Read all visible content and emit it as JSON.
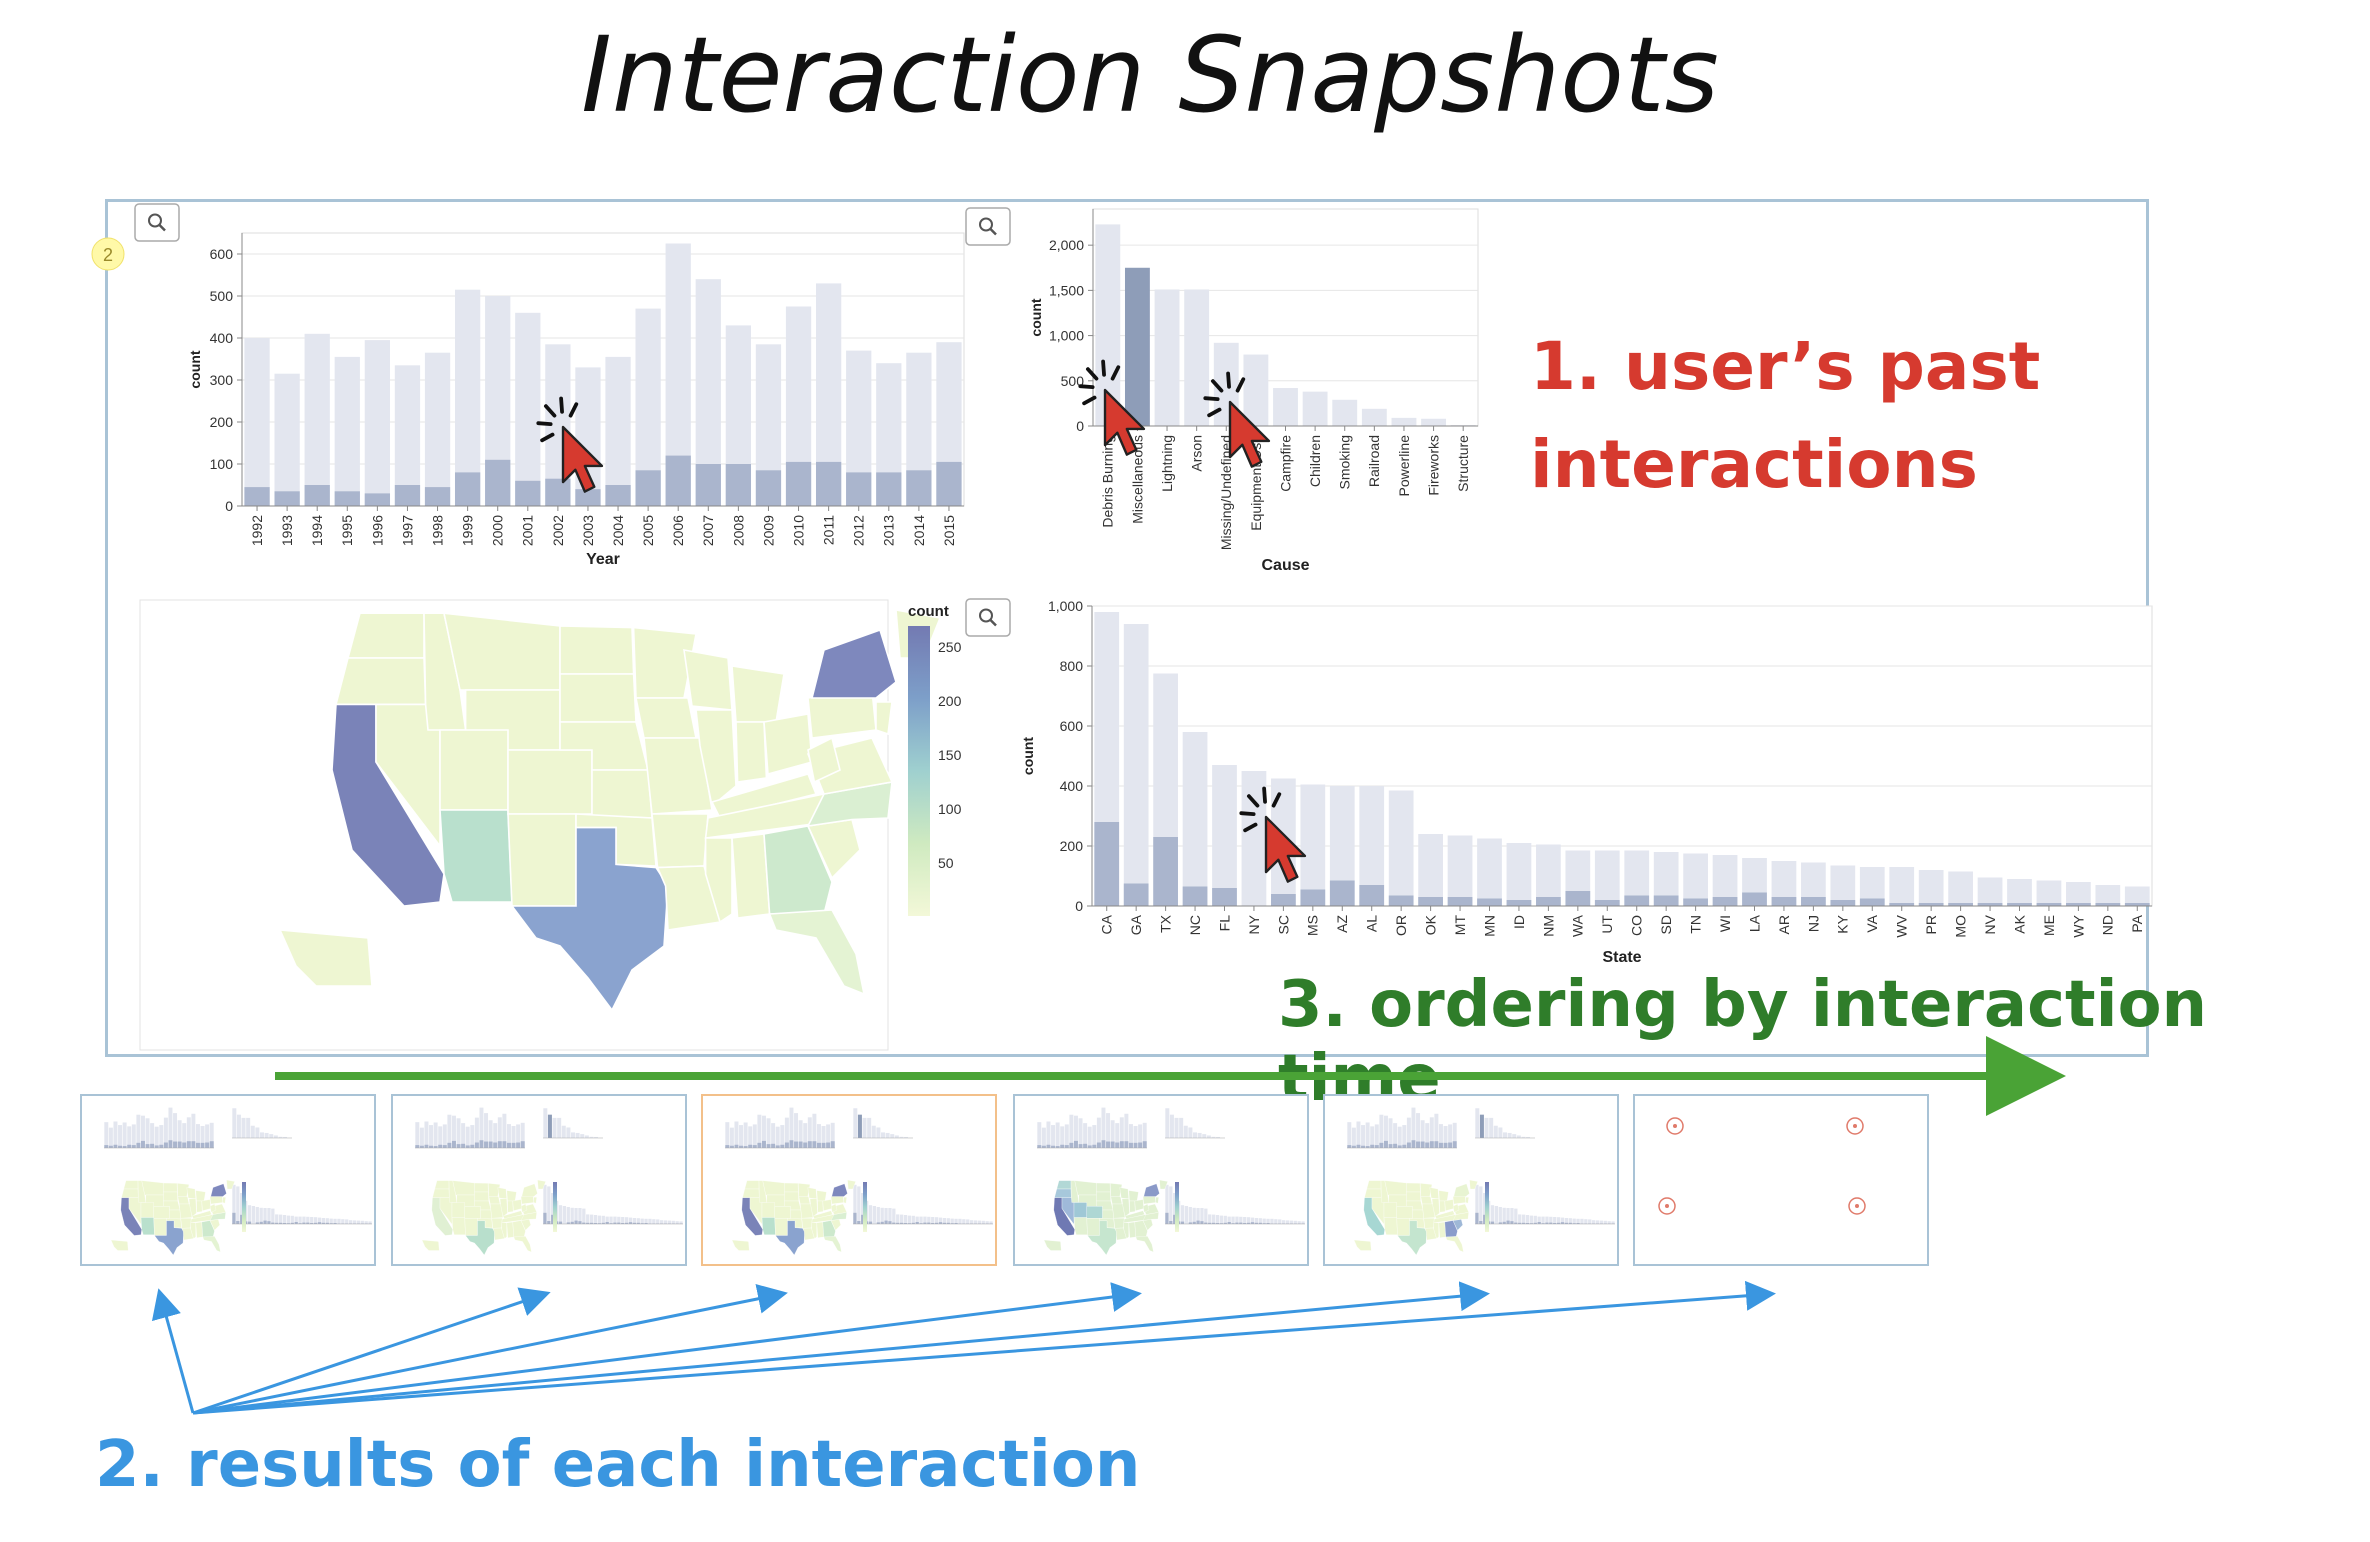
{
  "title": "Interaction Snapshots",
  "snapshot_number": "2",
  "annotations": {
    "past_interactions_line1": "1. user’s past",
    "past_interactions_line2": "interactions",
    "results": "2. results of each interaction",
    "ordering": "3. ordering by interaction time"
  },
  "colors": {
    "panel_border": "#a9c3d6",
    "bar_light": "#e3e6ef",
    "bar_dark": "#aab5cd",
    "bar_selected": "#8e9db8",
    "annot_red": "#d63a2f",
    "annot_green": "#2f7d2a",
    "annot_blue": "#3a96e0",
    "cursor_red": "#d63a2f",
    "thumb_active_border": "#f3c08a"
  },
  "icons": {
    "zoom": "magnifier-icon",
    "cursor": "mouse-pointer-click-icon"
  },
  "chart_data": [
    {
      "type": "bar",
      "x": [
        "1992",
        "1993",
        "1994",
        "1995",
        "1996",
        "1997",
        "1998",
        "1999",
        "2000",
        "2001",
        "2002",
        "2003",
        "2004",
        "2005",
        "2006",
        "2007",
        "2008",
        "2009",
        "2010",
        "2011",
        "2012",
        "2013",
        "2014",
        "2015"
      ],
      "series": [
        {
          "values": [
            400,
            315,
            410,
            355,
            395,
            335,
            365,
            515,
            500,
            460,
            385,
            330,
            355,
            470,
            625,
            540,
            430,
            385,
            475,
            530,
            370,
            340,
            365,
            390
          ]
        },
        {
          "values": [
            45,
            35,
            50,
            35,
            30,
            50,
            45,
            80,
            110,
            60,
            65,
            40,
            50,
            85,
            120,
            100,
            100,
            85,
            105,
            105,
            80,
            80,
            85,
            105
          ]
        }
      ],
      "xlabel": "Year",
      "ylabel": "count",
      "ylim": [
        0,
        650
      ],
      "yticks": [
        0,
        100,
        200,
        300,
        400,
        500,
        600
      ],
      "grid": true
    },
    {
      "type": "bar",
      "x": [
        "Debris Burning",
        "Miscellaneous",
        "Lightning",
        "Arson",
        "Missing/Undefined",
        "Equipment Use",
        "Campfire",
        "Children",
        "Smoking",
        "Railroad",
        "Powerline",
        "Fireworks",
        "Structure"
      ],
      "series": [
        {
          "values": [
            2230,
            1750,
            1510,
            1510,
            920,
            790,
            420,
            380,
            290,
            190,
            90,
            80,
            10
          ]
        }
      ],
      "selected_index": 1,
      "xlabel": "Cause",
      "ylabel": "count",
      "ylim": [
        0,
        2400
      ],
      "yticks": [
        0,
        500,
        1000,
        1500,
        2000
      ],
      "ytick_labels": [
        "0",
        "500",
        "1,000",
        "1,500",
        "2,000"
      ],
      "grid": true
    },
    {
      "type": "bar",
      "x": [
        "CA",
        "GA",
        "TX",
        "NC",
        "FL",
        "NY",
        "SC",
        "MS",
        "AZ",
        "AL",
        "OR",
        "OK",
        "MT",
        "MN",
        "ID",
        "NM",
        "WA",
        "UT",
        "CO",
        "SD",
        "TN",
        "WI",
        "LA",
        "AR",
        "NJ",
        "KY",
        "VA",
        "WV",
        "PR",
        "MO",
        "NV",
        "AK",
        "ME",
        "WY",
        "ND",
        "PA"
      ],
      "series": [
        {
          "values": [
            980,
            940,
            775,
            580,
            470,
            450,
            425,
            405,
            400,
            400,
            385,
            240,
            235,
            225,
            210,
            205,
            185,
            185,
            185,
            180,
            175,
            170,
            160,
            150,
            145,
            135,
            130,
            130,
            120,
            115,
            95,
            90,
            85,
            80,
            70,
            65
          ]
        },
        {
          "values": [
            280,
            75,
            230,
            65,
            60,
            0,
            40,
            55,
            85,
            70,
            35,
            30,
            30,
            25,
            20,
            30,
            50,
            20,
            35,
            35,
            25,
            30,
            45,
            30,
            30,
            20,
            25,
            10,
            10,
            10,
            10,
            10,
            10,
            10,
            10,
            10
          ]
        }
      ],
      "xlabel": "State",
      "ylabel": "count",
      "ylim": [
        0,
        1000
      ],
      "yticks": [
        0,
        200,
        400,
        600,
        800,
        1000
      ],
      "ytick_labels": [
        "0",
        "200",
        "400",
        "600",
        "800",
        "1,000"
      ],
      "grid": true
    }
  ],
  "map_legend": {
    "title": "count",
    "ticks": [
      "250",
      "200",
      "150",
      "100",
      "50"
    ],
    "gradient": [
      "#737ab2",
      "#7d9fc9",
      "#9fd0cf",
      "#cfeac0",
      "#f3f8d8"
    ]
  },
  "map_state_colors": {
    "CA": "#7a83b8",
    "NY": "#7e88bd",
    "TX": "#8aa3cf",
    "AZ": "#b9e0cd",
    "GA": "#cde9cd",
    "NC": "#daefd2",
    "FL": "#e4f3d3",
    "default": "#eef6d2"
  },
  "thumbnails": [
    {
      "label": "snapshot-1",
      "active": false,
      "empty": false
    },
    {
      "label": "snapshot-2",
      "active": false,
      "empty": false
    },
    {
      "label": "snapshot-3",
      "active": true,
      "empty": false
    },
    {
      "label": "snapshot-4",
      "active": false,
      "empty": false
    },
    {
      "label": "snapshot-5",
      "active": false,
      "empty": false
    },
    {
      "label": "snapshot-6",
      "active": false,
      "empty": true
    }
  ]
}
